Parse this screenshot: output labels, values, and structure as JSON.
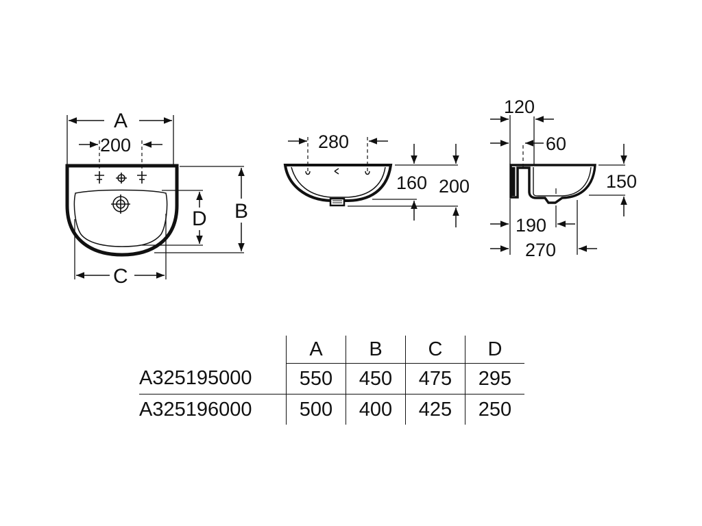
{
  "drawings": {
    "front_view": {
      "labels": {
        "width_A": "A",
        "height_B": "B",
        "bowl_width_C": "C",
        "bowl_depth_D": "D"
      },
      "tap_spacing": "200"
    },
    "top_section_view": {
      "tap_spacing": "280",
      "bowl_depth": "160",
      "overall_depth": "200"
    },
    "side_view": {
      "wall_to_rim": "120",
      "wall_to_tap": "60",
      "bowl_height": "150",
      "wall_to_waste": "190",
      "overall_projection": "270"
    }
  },
  "spec_table": {
    "headers": [
      "",
      "A",
      "B",
      "C",
      "D"
    ],
    "rows": [
      {
        "code": "A325195000",
        "A": "550",
        "B": "450",
        "C": "475",
        "D": "295"
      },
      {
        "code": "A325196000",
        "A": "500",
        "B": "400",
        "C": "425",
        "D": "250"
      }
    ]
  }
}
